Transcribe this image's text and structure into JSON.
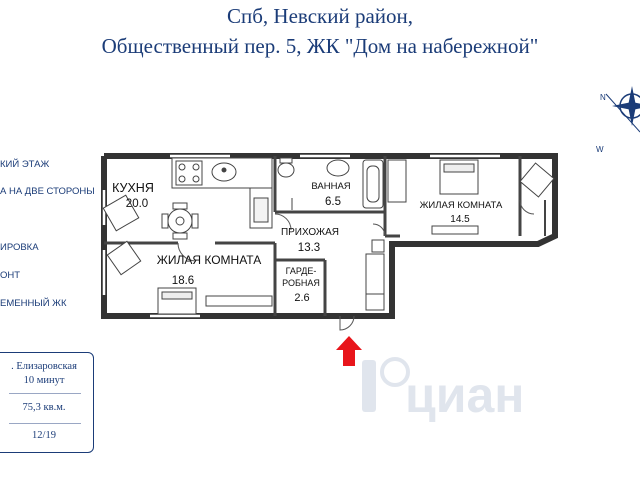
{
  "header": {
    "line1": "Спб, Невский район,",
    "line2": "Общественный пер. 5, ЖК \"Дом на набережной\""
  },
  "features": [
    "КИЙ ЭТАЖ",
    "А НА ДВЕ СТОРОНЫ",
    "ИРОВКА",
    "ОНТ",
    "ЕМЕННЫЙ ЖК"
  ],
  "rooms": {
    "kitchen": {
      "name": "КУХНЯ",
      "area": "20.0"
    },
    "living_left": {
      "name": "ЖИЛАЯ КОМНАТА",
      "area": "18.6"
    },
    "bathroom": {
      "name": "ВАННАЯ",
      "area": "6.5"
    },
    "hallway": {
      "name": "ПРИХОЖАЯ",
      "area": "13.3"
    },
    "wardrobe": {
      "name_line1": "ГАРДЕ-",
      "name_line2": "РОБНАЯ",
      "area": "2.6"
    },
    "living_right": {
      "name": "ЖИЛАЯ КОМНАТА",
      "area": "14.5"
    }
  },
  "info": {
    "metro": ". Елизаровская",
    "walk": "10 минут",
    "area": "75,3 кв.м.",
    "floor": "12/19"
  },
  "compass_letters": {
    "n": "N",
    "w": "W"
  },
  "watermark": "циан",
  "colors": {
    "accent": "#1b3c78",
    "entrance_arrow": "#e8151b"
  }
}
